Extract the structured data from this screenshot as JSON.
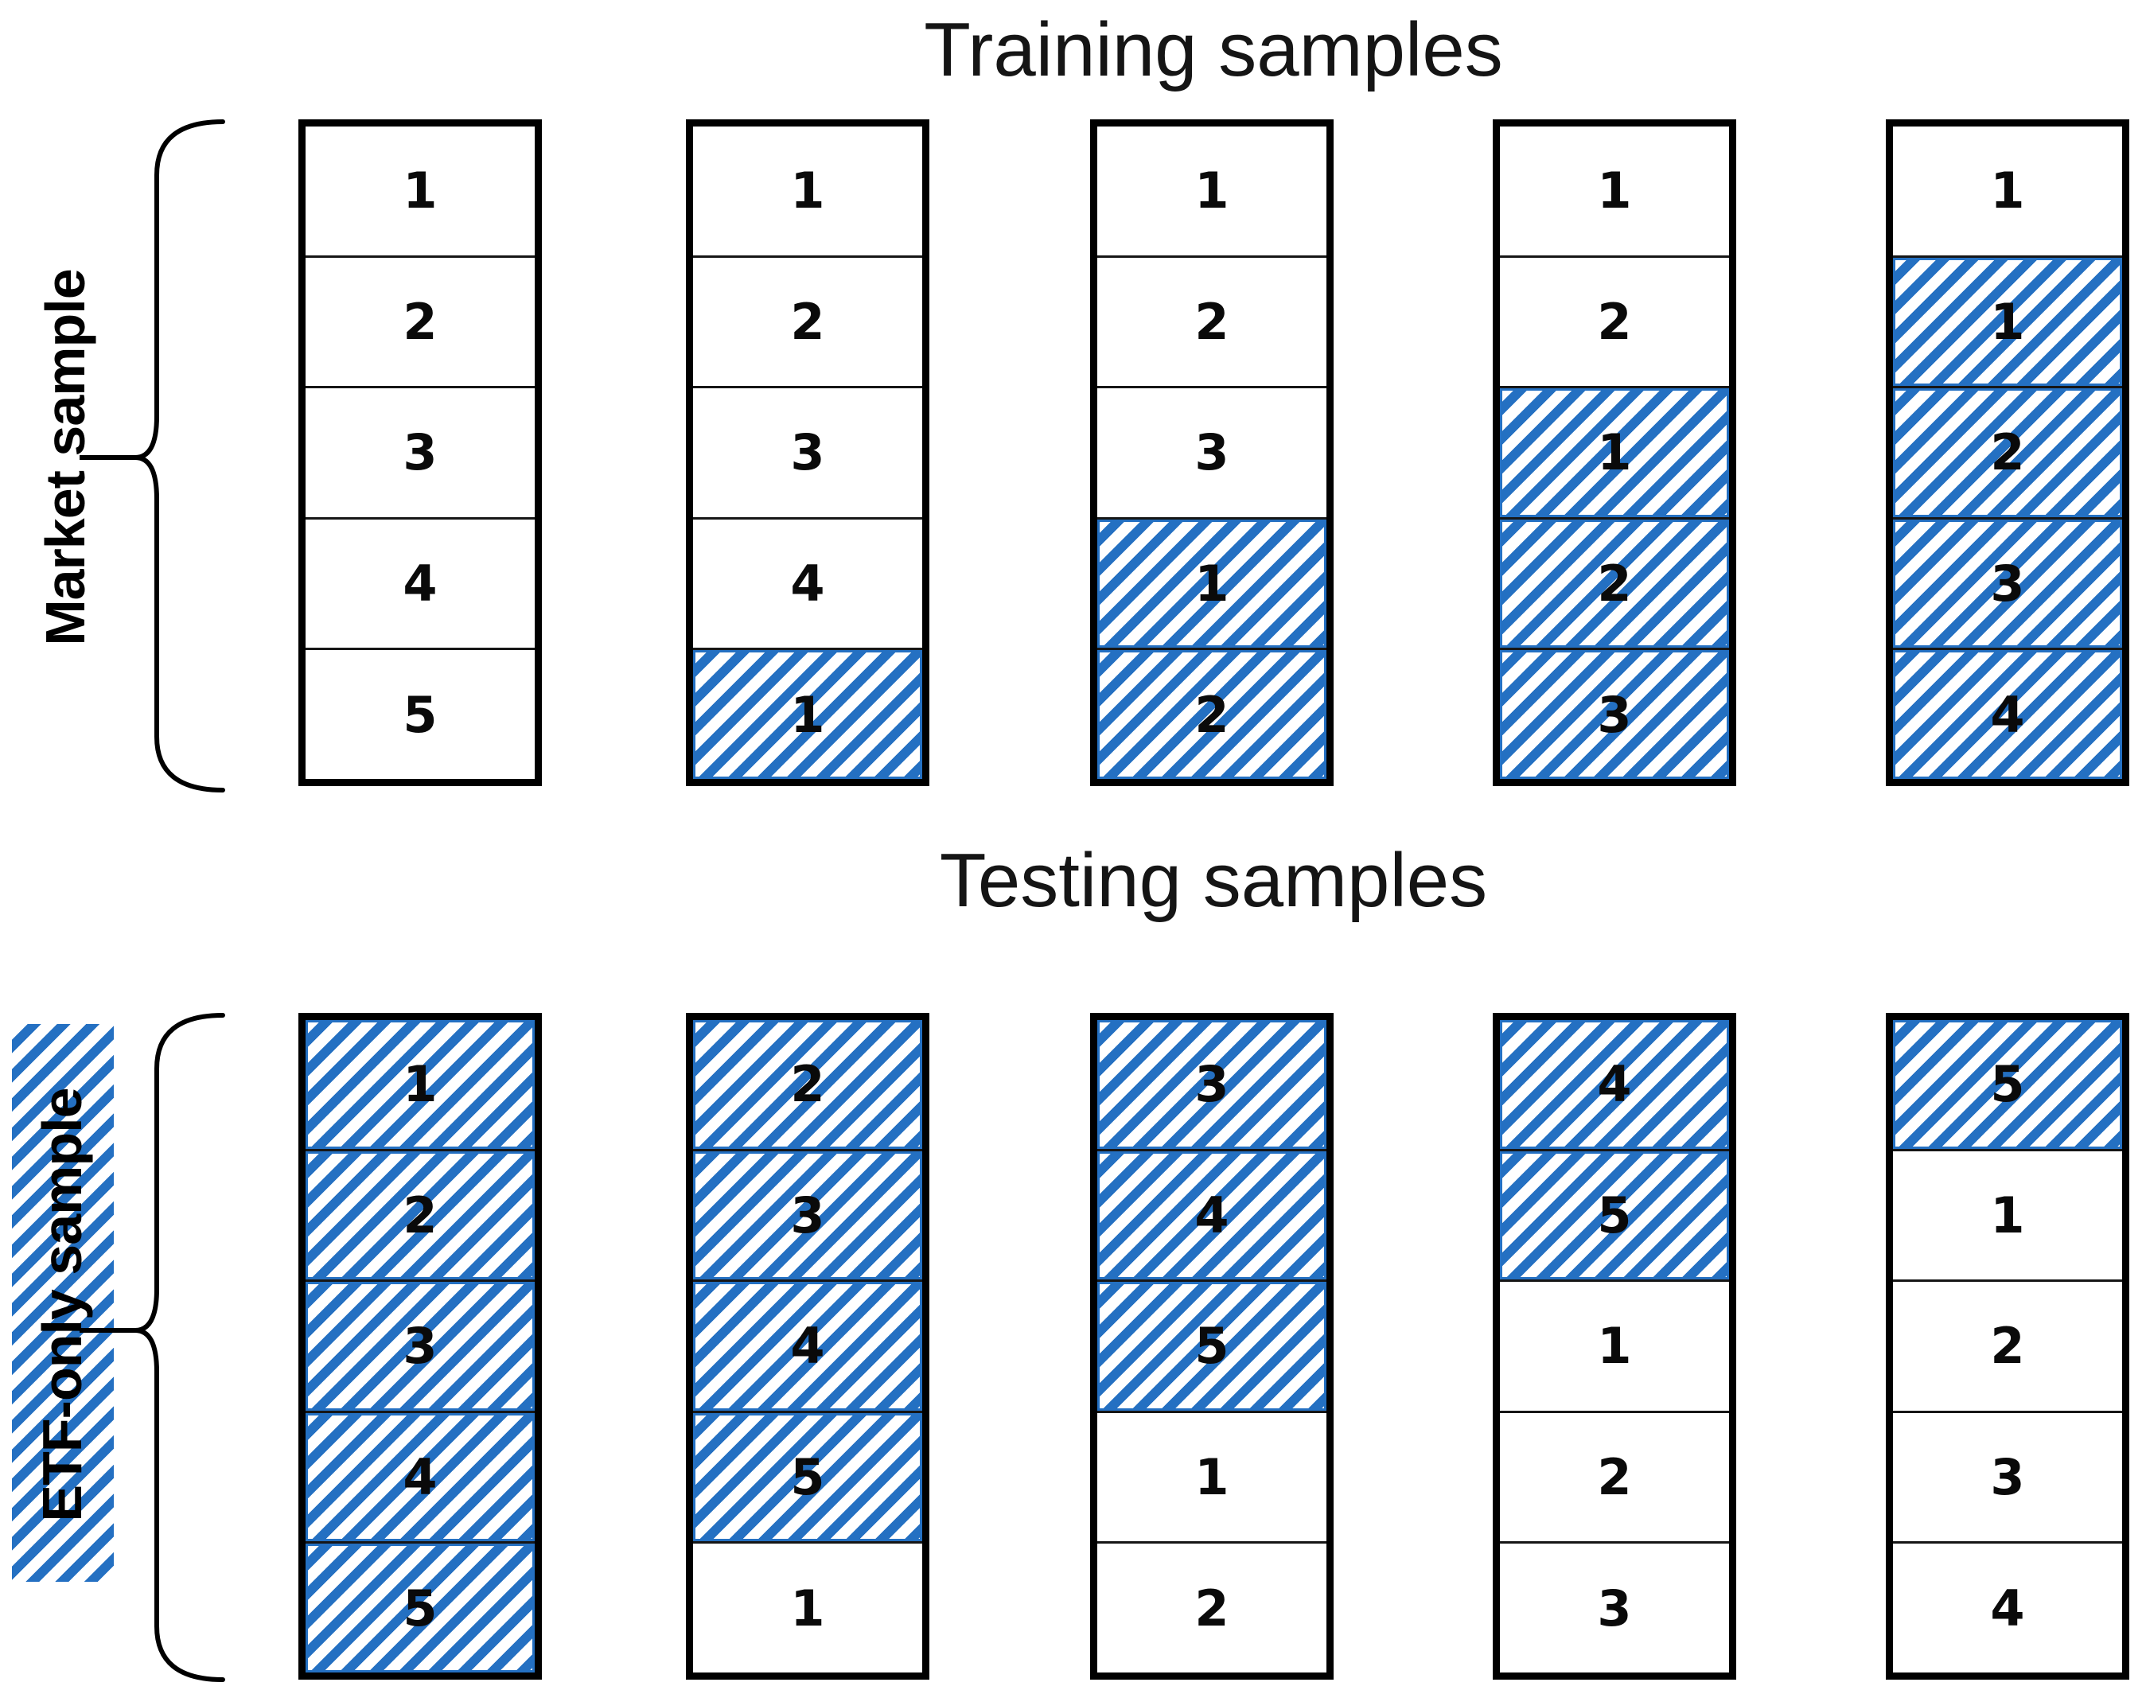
{
  "diagram": {
    "training": {
      "title": "Training samples",
      "row_label": "Market sample",
      "columns": [
        {
          "cells": [
            {
              "label": "1",
              "hatched": false
            },
            {
              "label": "2",
              "hatched": false
            },
            {
              "label": "3",
              "hatched": false
            },
            {
              "label": "4",
              "hatched": false
            },
            {
              "label": "5",
              "hatched": false
            }
          ]
        },
        {
          "cells": [
            {
              "label": "1",
              "hatched": false
            },
            {
              "label": "2",
              "hatched": false
            },
            {
              "label": "3",
              "hatched": false
            },
            {
              "label": "4",
              "hatched": false
            },
            {
              "label": "1",
              "hatched": true
            }
          ]
        },
        {
          "cells": [
            {
              "label": "1",
              "hatched": false
            },
            {
              "label": "2",
              "hatched": false
            },
            {
              "label": "3",
              "hatched": false
            },
            {
              "label": "1",
              "hatched": true
            },
            {
              "label": "2",
              "hatched": true
            }
          ]
        },
        {
          "cells": [
            {
              "label": "1",
              "hatched": false
            },
            {
              "label": "2",
              "hatched": false
            },
            {
              "label": "1",
              "hatched": true
            },
            {
              "label": "2",
              "hatched": true
            },
            {
              "label": "3",
              "hatched": true
            }
          ]
        },
        {
          "cells": [
            {
              "label": "1",
              "hatched": false
            },
            {
              "label": "1",
              "hatched": true
            },
            {
              "label": "2",
              "hatched": true
            },
            {
              "label": "3",
              "hatched": true
            },
            {
              "label": "4",
              "hatched": true
            }
          ]
        }
      ]
    },
    "testing": {
      "title": "Testing samples",
      "row_label": "ETF-only sample",
      "columns": [
        {
          "cells": [
            {
              "label": "1",
              "hatched": true
            },
            {
              "label": "2",
              "hatched": true
            },
            {
              "label": "3",
              "hatched": true
            },
            {
              "label": "4",
              "hatched": true
            },
            {
              "label": "5",
              "hatched": true
            }
          ]
        },
        {
          "cells": [
            {
              "label": "2",
              "hatched": true
            },
            {
              "label": "3",
              "hatched": true
            },
            {
              "label": "4",
              "hatched": true
            },
            {
              "label": "5",
              "hatched": true
            },
            {
              "label": "1",
              "hatched": false
            }
          ]
        },
        {
          "cells": [
            {
              "label": "3",
              "hatched": true
            },
            {
              "label": "4",
              "hatched": true
            },
            {
              "label": "5",
              "hatched": true
            },
            {
              "label": "1",
              "hatched": false
            },
            {
              "label": "2",
              "hatched": false
            }
          ]
        },
        {
          "cells": [
            {
              "label": "4",
              "hatched": true
            },
            {
              "label": "5",
              "hatched": true
            },
            {
              "label": "1",
              "hatched": false
            },
            {
              "label": "2",
              "hatched": false
            },
            {
              "label": "3",
              "hatched": false
            }
          ]
        },
        {
          "cells": [
            {
              "label": "5",
              "hatched": true
            },
            {
              "label": "1",
              "hatched": false
            },
            {
              "label": "2",
              "hatched": false
            },
            {
              "label": "3",
              "hatched": false
            },
            {
              "label": "4",
              "hatched": false
            }
          ]
        }
      ]
    },
    "colors": {
      "hatch_blue": "#2470C2",
      "line_black": "#000000"
    }
  }
}
